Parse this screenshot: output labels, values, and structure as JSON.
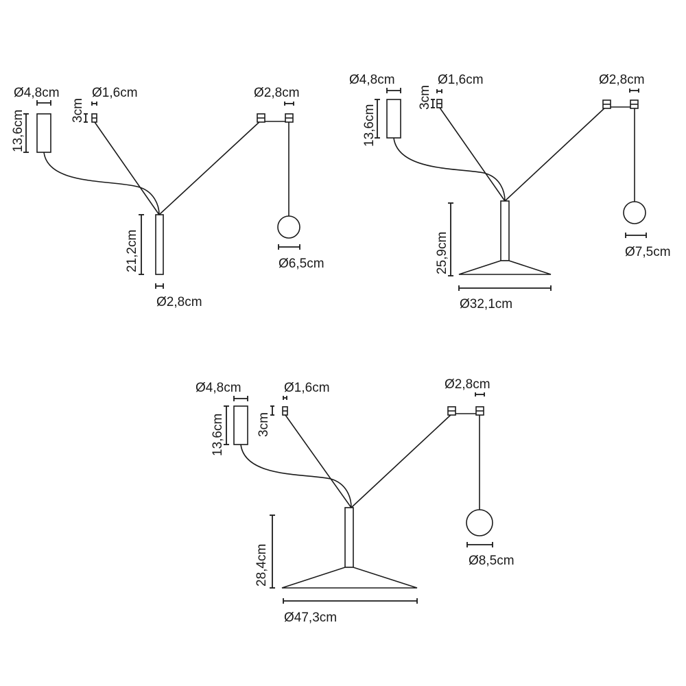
{
  "title": "Pendant lamp dimension drawings",
  "colors": {
    "line": "#1a1a1a",
    "background": "#ffffff"
  },
  "variants": [
    {
      "name": "variant-small",
      "labels": {
        "canopy_diameter": "Ø4,8cm",
        "canopy_height": "13,6cm",
        "anchor_diameter": "Ø1,6cm",
        "anchor_height": "3cm",
        "arm_joint_diameter": "Ø2,8cm",
        "body_height": "21,2cm",
        "body_diameter": "Ø2,8cm",
        "globe_diameter": "Ø6,5cm"
      }
    },
    {
      "name": "variant-medium",
      "labels": {
        "canopy_diameter": "Ø4,8cm",
        "canopy_height": "13,6cm",
        "anchor_diameter": "Ø1,6cm",
        "anchor_height": "3cm",
        "arm_joint_diameter": "Ø2,8cm",
        "body_height": "25,9cm",
        "shade_diameter": "Ø32,1cm",
        "globe_diameter": "Ø7,5cm"
      }
    },
    {
      "name": "variant-large",
      "labels": {
        "canopy_diameter": "Ø4,8cm",
        "canopy_height": "13,6cm",
        "anchor_diameter": "Ø1,6cm",
        "anchor_height": "3cm",
        "arm_joint_diameter": "Ø2,8cm",
        "body_height": "28,4cm",
        "shade_diameter": "Ø47,3cm",
        "globe_diameter": "Ø8,5cm"
      }
    }
  ]
}
